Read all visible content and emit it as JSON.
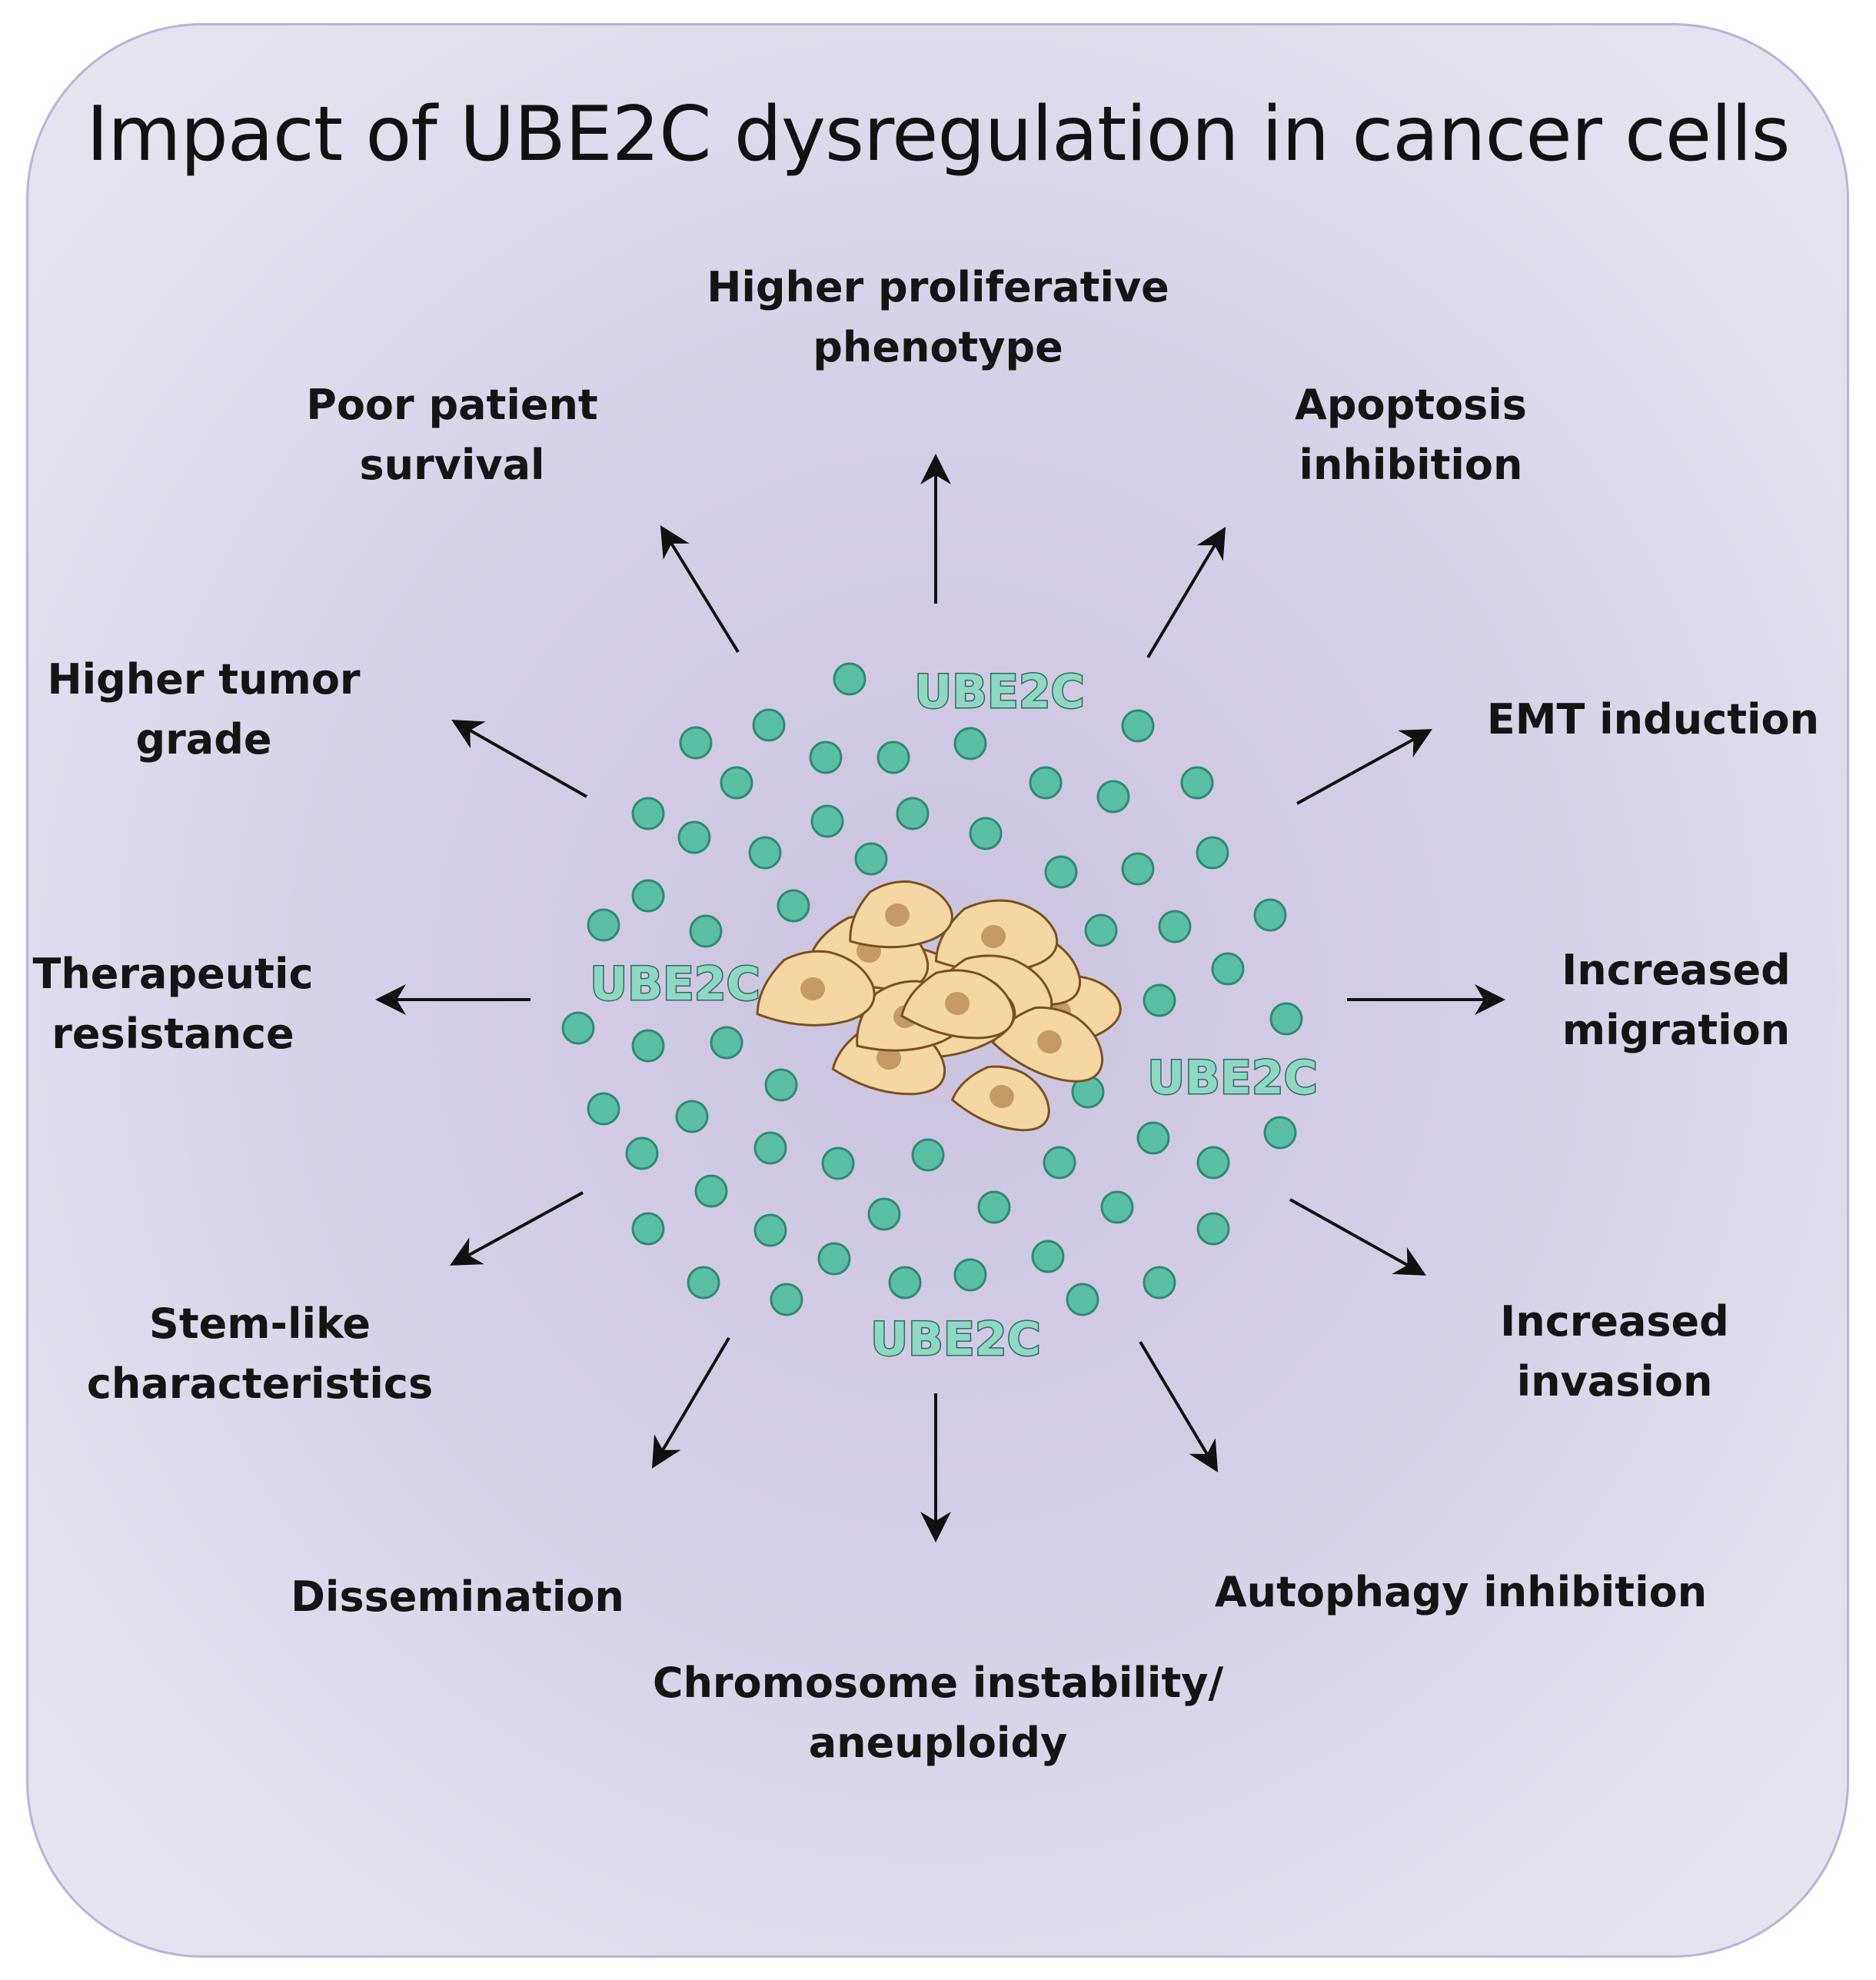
{
  "title": "Impact of UBE2C dysregulation in cancer cells",
  "center_labels": [
    "UBE2C",
    "UBE2C",
    "UBE2C",
    "UBE2C"
  ],
  "outcomes": [
    {
      "id": "proliferative",
      "lines": [
        "Higher proliferative",
        "phenotype"
      ]
    },
    {
      "id": "apoptosis",
      "lines": [
        "Apoptosis",
        "inhibition"
      ]
    },
    {
      "id": "emt",
      "lines": [
        "EMT induction"
      ]
    },
    {
      "id": "migration",
      "lines": [
        "Increased",
        "migration"
      ]
    },
    {
      "id": "invasion",
      "lines": [
        "Increased",
        "invasion"
      ]
    },
    {
      "id": "autophagy",
      "lines": [
        "Autophagy inhibition"
      ]
    },
    {
      "id": "chromosome",
      "lines": [
        "Chromosome instability/",
        "aneuploidy"
      ]
    },
    {
      "id": "dissemination",
      "lines": [
        "Dissemination"
      ]
    },
    {
      "id": "stem",
      "lines": [
        "Stem-like",
        "characteristics"
      ]
    },
    {
      "id": "therapeutic",
      "lines": [
        "Therapeutic",
        "resistance"
      ]
    },
    {
      "id": "grade",
      "lines": [
        "Higher tumor",
        "grade"
      ]
    },
    {
      "id": "survival",
      "lines": [
        "Poor patient",
        "survival"
      ]
    }
  ],
  "colors": {
    "background": "#e8e5f1",
    "border": "#b9b3d8",
    "dot_fill": "#5bbfa6",
    "dot_stroke": "#2f8a72",
    "ube2c_text": "#8fd8c4",
    "ube2c_outline": "#2d6d60",
    "cell_fill": "#f6d7a3",
    "cell_stroke": "#7a5020",
    "nucleus": "#c69a64",
    "arrow": "#111111"
  }
}
